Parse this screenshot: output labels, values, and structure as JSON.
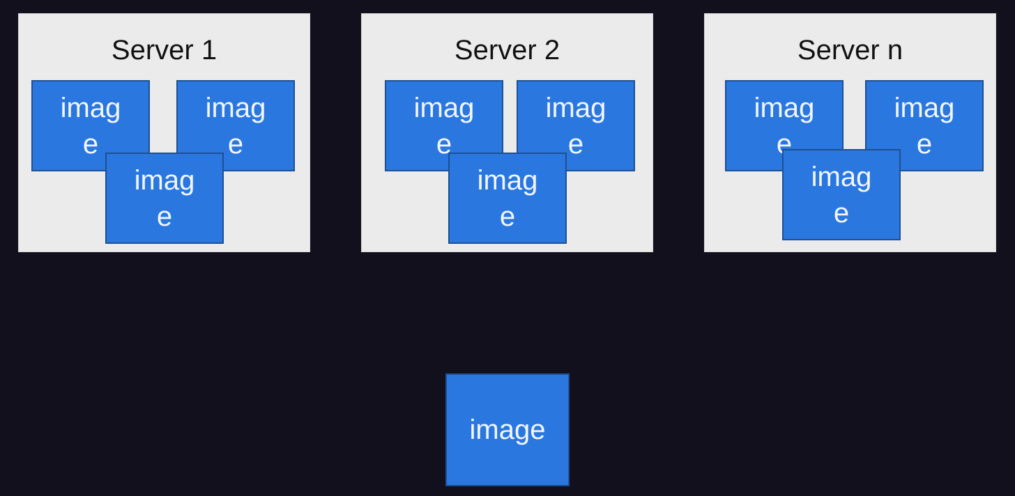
{
  "servers": [
    {
      "title": "Server 1",
      "images": [
        "image",
        "image",
        "image"
      ]
    },
    {
      "title": "Server 2",
      "images": [
        "image",
        "image",
        "image"
      ]
    },
    {
      "title": "Server n",
      "images": [
        "image",
        "image",
        "image"
      ]
    }
  ],
  "standalone_image": "image",
  "colors": {
    "background": "#11101c",
    "server_box": "#ebebeb",
    "image_box": "#2a78df",
    "image_border": "#1e4f93"
  }
}
